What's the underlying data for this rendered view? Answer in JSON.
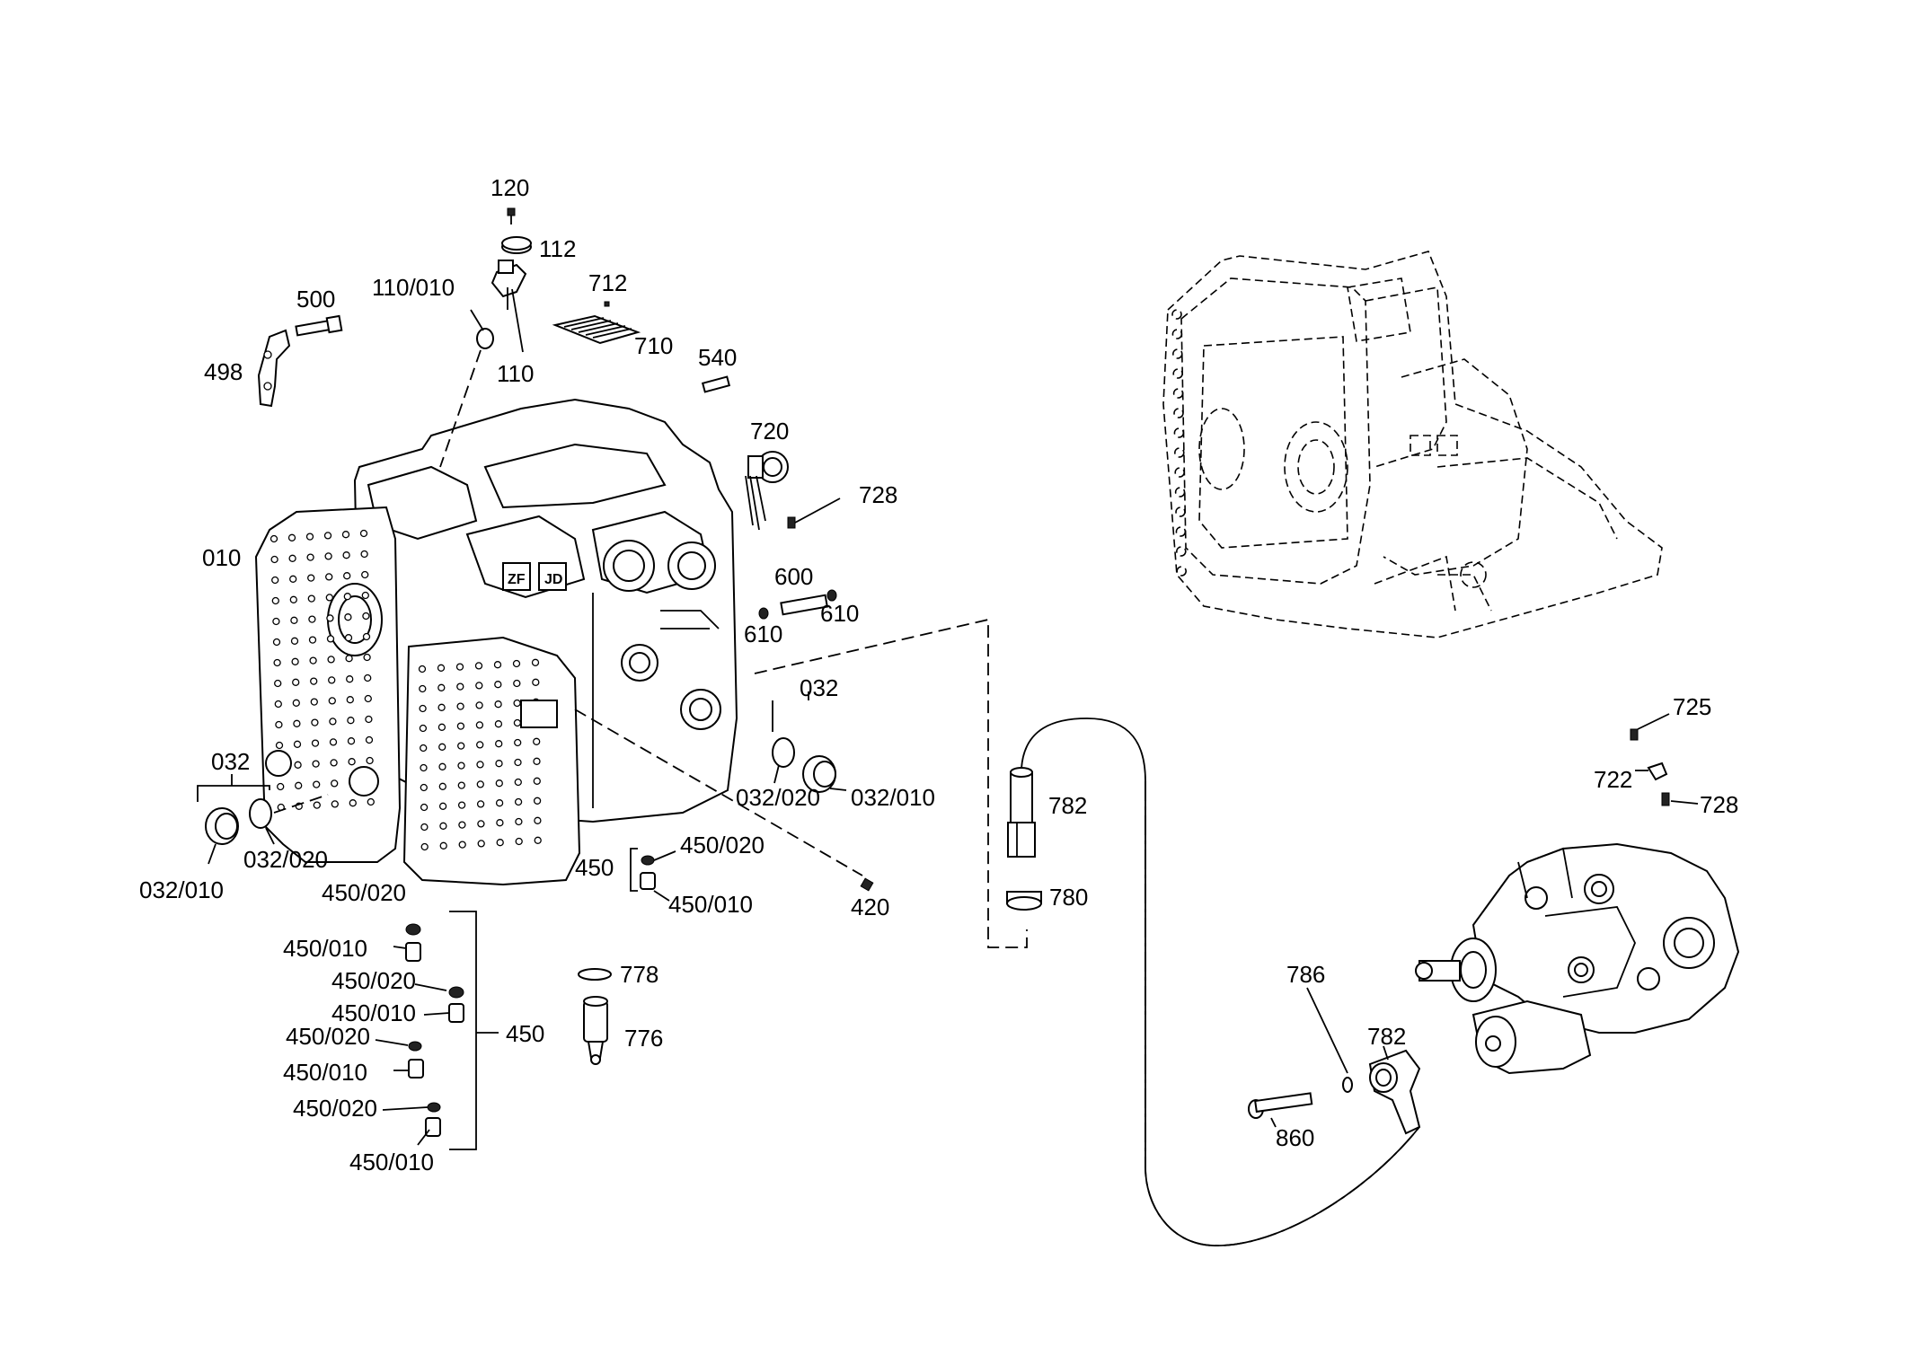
{
  "diagram": {
    "labels": {
      "p120": "120",
      "p112": "112",
      "p110_010": "110/010",
      "p110": "110",
      "p500": "500",
      "p498": "498",
      "p712": "712",
      "p710": "710",
      "p540": "540",
      "p720": "720",
      "p728a": "728",
      "p010": "010",
      "p600": "600",
      "p610a": "610",
      "p610b": "610",
      "p032a": "032",
      "p032_020a": "032/020",
      "p032_010a": "032/010",
      "p032b": "032",
      "p032_020b": "032/020",
      "p032_010b": "032/010",
      "p450a": "450",
      "p450_020a": "450/020",
      "p450_010a": "450/010",
      "p420": "420",
      "p450_020b": "450/020",
      "p450_010b": "450/010",
      "p450_020c": "450/020",
      "p450_010c": "450/010",
      "p450_020d": "450/020",
      "p450_010d": "450/010",
      "p450_020e": "450/020",
      "p450_010e": "450/010",
      "p450b": "450",
      "p778": "778",
      "p776": "776",
      "p782a": "782",
      "p780": "780",
      "p725": "725",
      "p722": "722",
      "p728b": "728",
      "p786": "786",
      "p782b": "782",
      "p860": "860"
    },
    "housing_marks": [
      "ZF",
      "JD"
    ]
  }
}
